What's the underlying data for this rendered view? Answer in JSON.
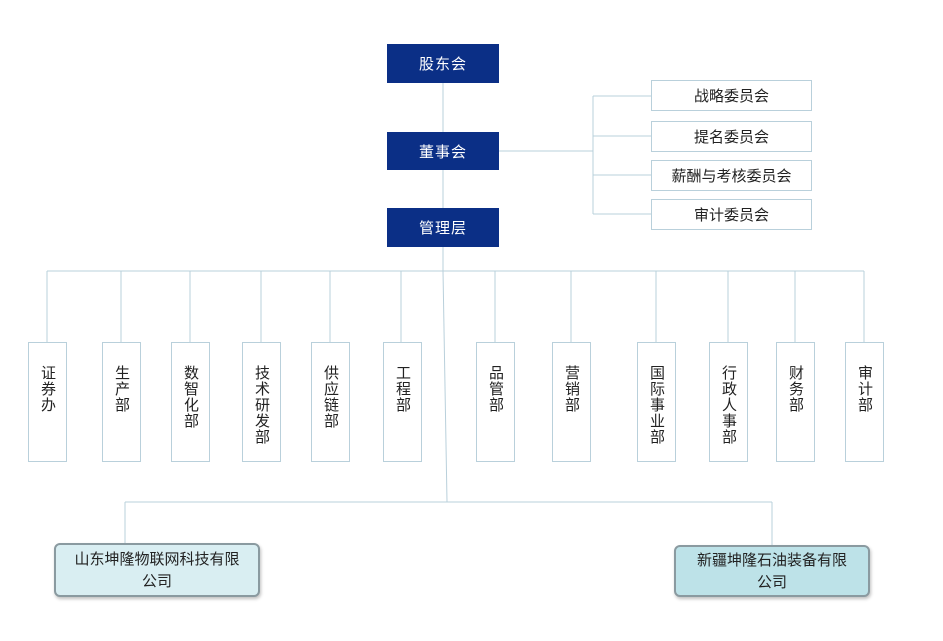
{
  "colors": {
    "main_fill": "#0b2f86",
    "line": "#b9d0db",
    "subsidiary_1_fill": "#d9eef2",
    "subsidiary_2_fill": "#bde2e8"
  },
  "top": {
    "shareholders": "股东会",
    "board": "董事会",
    "management": "管理层"
  },
  "committees": [
    "战略委员会",
    "提名委员会",
    "薪酬与考核委员会",
    "审计委员会"
  ],
  "departments": [
    "证券办",
    "生产部",
    "数智化部",
    "技术研发部",
    "供应链部",
    "工程部",
    "品管部",
    "营销部",
    "国际事业部",
    "行政人事部",
    "财务部",
    "审计部"
  ],
  "subsidiaries": [
    "山东坤隆物联网科技有限公司",
    "新疆坤隆石油装备有限公司"
  ]
}
